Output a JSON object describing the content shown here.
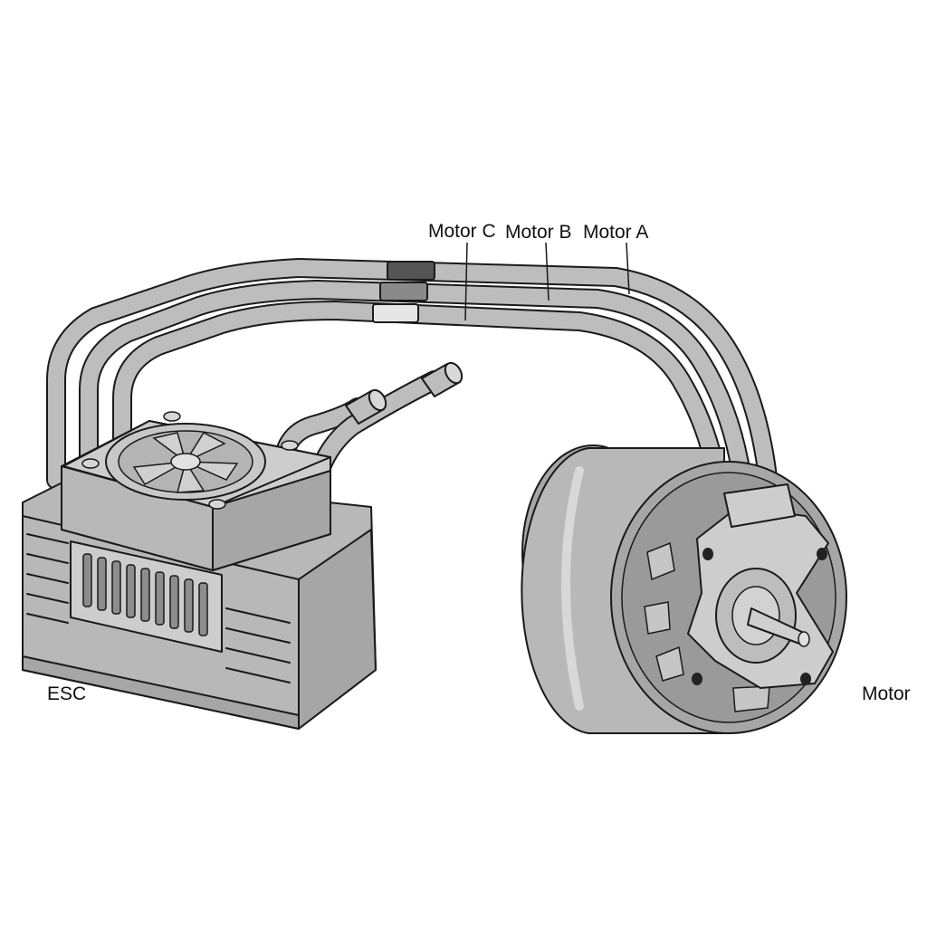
{
  "labels": {
    "motor_c": "Motor C",
    "motor_b": "Motor B",
    "motor_a": "Motor A",
    "esc": "ESC",
    "motor": "Motor"
  },
  "colors": {
    "body": "#b8b8b8",
    "wire": "#bdbdbd",
    "outline": "#1a1a1a",
    "sleeve_a": "#555555",
    "sleeve_b": "#8a8a8a",
    "sleeve_c": "#e6e6e6"
  }
}
